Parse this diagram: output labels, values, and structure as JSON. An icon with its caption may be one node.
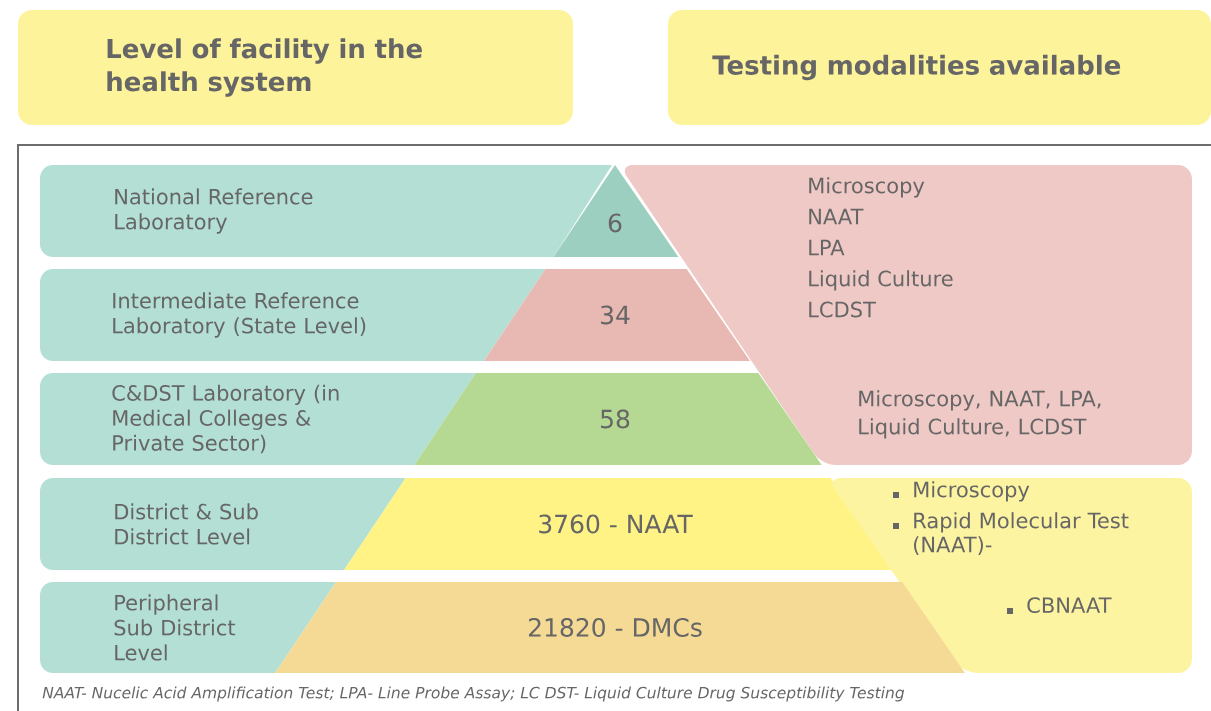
{
  "diagram": {
    "nodes": [
      {
        "text": [
          "Level of facility in the health system"
        ]
      },
      {
        "text": [
          "Testing modalities available"
        ]
      },
      {
        "text": [
          "National Reference Laboratory"
        ]
      },
      {
        "text": [
          "6"
        ]
      },
      {
        "text": [
          "Microscopy",
          "NAAT",
          "LPA",
          "Liquid Culture",
          "LCDST",
          "Microscopy, NAAT, LPA, Liquid Culture, LCDST"
        ]
      },
      {
        "text": [
          "Intermediate Reference Laboratory (State Level)"
        ]
      },
      {
        "text": [
          "34"
        ]
      },
      {
        "text": [
          "C&DST Laboratory (in Medical Colleges & Private Sector)"
        ]
      },
      {
        "text": [
          "58"
        ]
      },
      {
        "text": [
          "District & Sub District Level"
        ]
      },
      {
        "text": [
          "3760 - NAAT"
        ]
      },
      {
        "text": [
          "Microscopy",
          "Rapid Molecular Test (NAAT)-",
          "CBNAAT"
        ]
      },
      {
        "text": [
          "Peripheral Sub District Level"
        ]
      },
      {
        "text": [
          "21820 - DMCs"
        ]
      }
    ],
    "labels": [
      "NAAT- Nucelic Acid Amplification Test; LPA- Line Probe Assay; LC DST- Liquid Culture Drug Susceptibility Testing"
    ]
  }
}
